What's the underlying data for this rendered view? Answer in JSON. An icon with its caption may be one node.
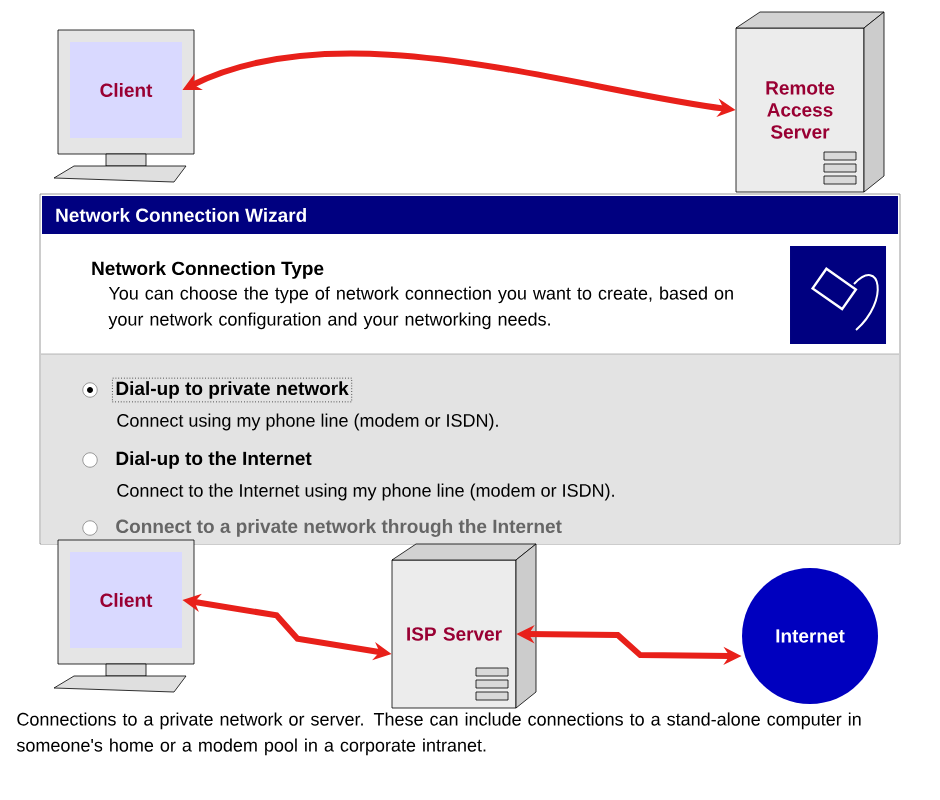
{
  "diagram": {
    "caption": "Connections to a private network or server. These can include connections to a stand-alone computer in someone's home or a modem pool in a corporate intranet.",
    "nodes": [
      {
        "text": [
          "Client"
        ]
      },
      {
        "text": [
          "Remote Access Server"
        ]
      },
      {
        "text": [
          "Client"
        ]
      },
      {
        "text": [
          "ISP Server"
        ]
      },
      {
        "text": [
          "Internet"
        ]
      }
    ],
    "edges": [
      {
        "from": 0,
        "to": 1,
        "arrow": "both"
      },
      {
        "from": 2,
        "to": 3,
        "arrow": "both"
      },
      {
        "from": 3,
        "to": 4,
        "arrow": "both"
      }
    ],
    "labels": [
      "Network Connection Wizard",
      "Network Connection Type",
      "You can choose the type of network connection you want to create, based on your network configuration and your networking needs.",
      "Dial-up to private network",
      "Connect using my phone line (modem or ISDN).",
      "Dial-up to the Internet",
      "Connect to the Internet using my phone line (modem or ISDN).",
      "Connect to a private network through the Internet"
    ]
  }
}
